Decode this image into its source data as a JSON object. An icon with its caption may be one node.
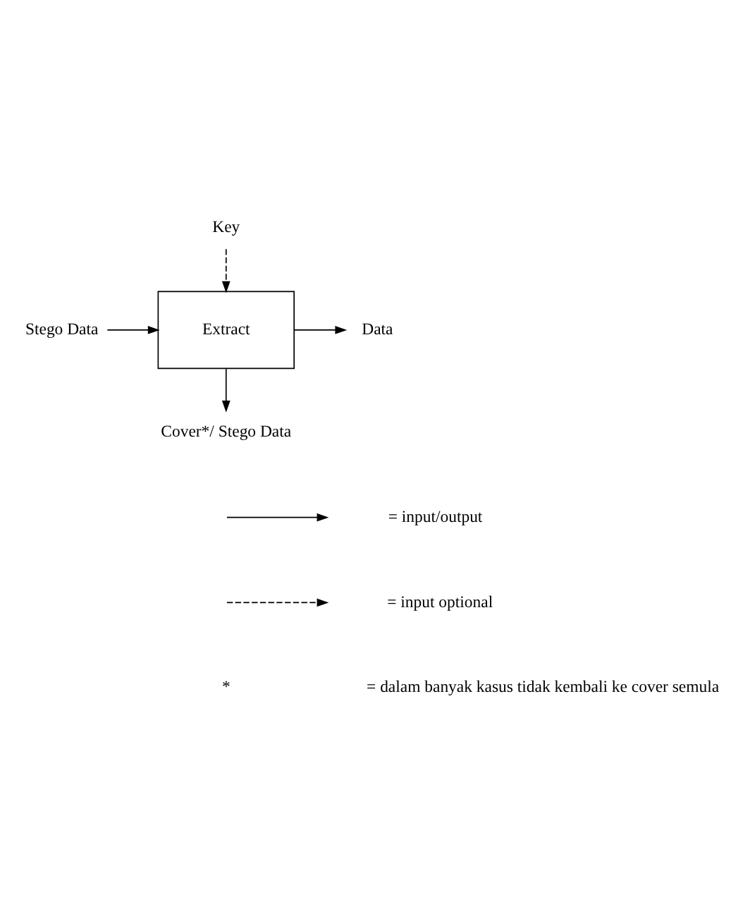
{
  "diagram": {
    "nodes": [
      {
        "text": [
          "Extract"
        ]
      },
      {
        "text": [
          "Key"
        ]
      },
      {
        "text": [
          "Stego Data"
        ]
      },
      {
        "text": [
          "Data"
        ]
      },
      {
        "text": [
          "Cover*/ Stego Data"
        ]
      }
    ],
    "edges": [
      {
        "from": 1,
        "to": 0,
        "arrow": "to",
        "style": "dashed"
      },
      {
        "from": 2,
        "to": 0,
        "arrow": "to"
      },
      {
        "from": 0,
        "to": 3,
        "arrow": "to"
      },
      {
        "from": 0,
        "to": 4,
        "arrow": "to"
      }
    ],
    "labels": [
      "*",
      "= dalam banyak kasus tidak kembali ke cover semula"
    ],
    "legend": [
      {
        "text": "= input/output"
      },
      {
        "text": "= input optional"
      }
    ]
  }
}
